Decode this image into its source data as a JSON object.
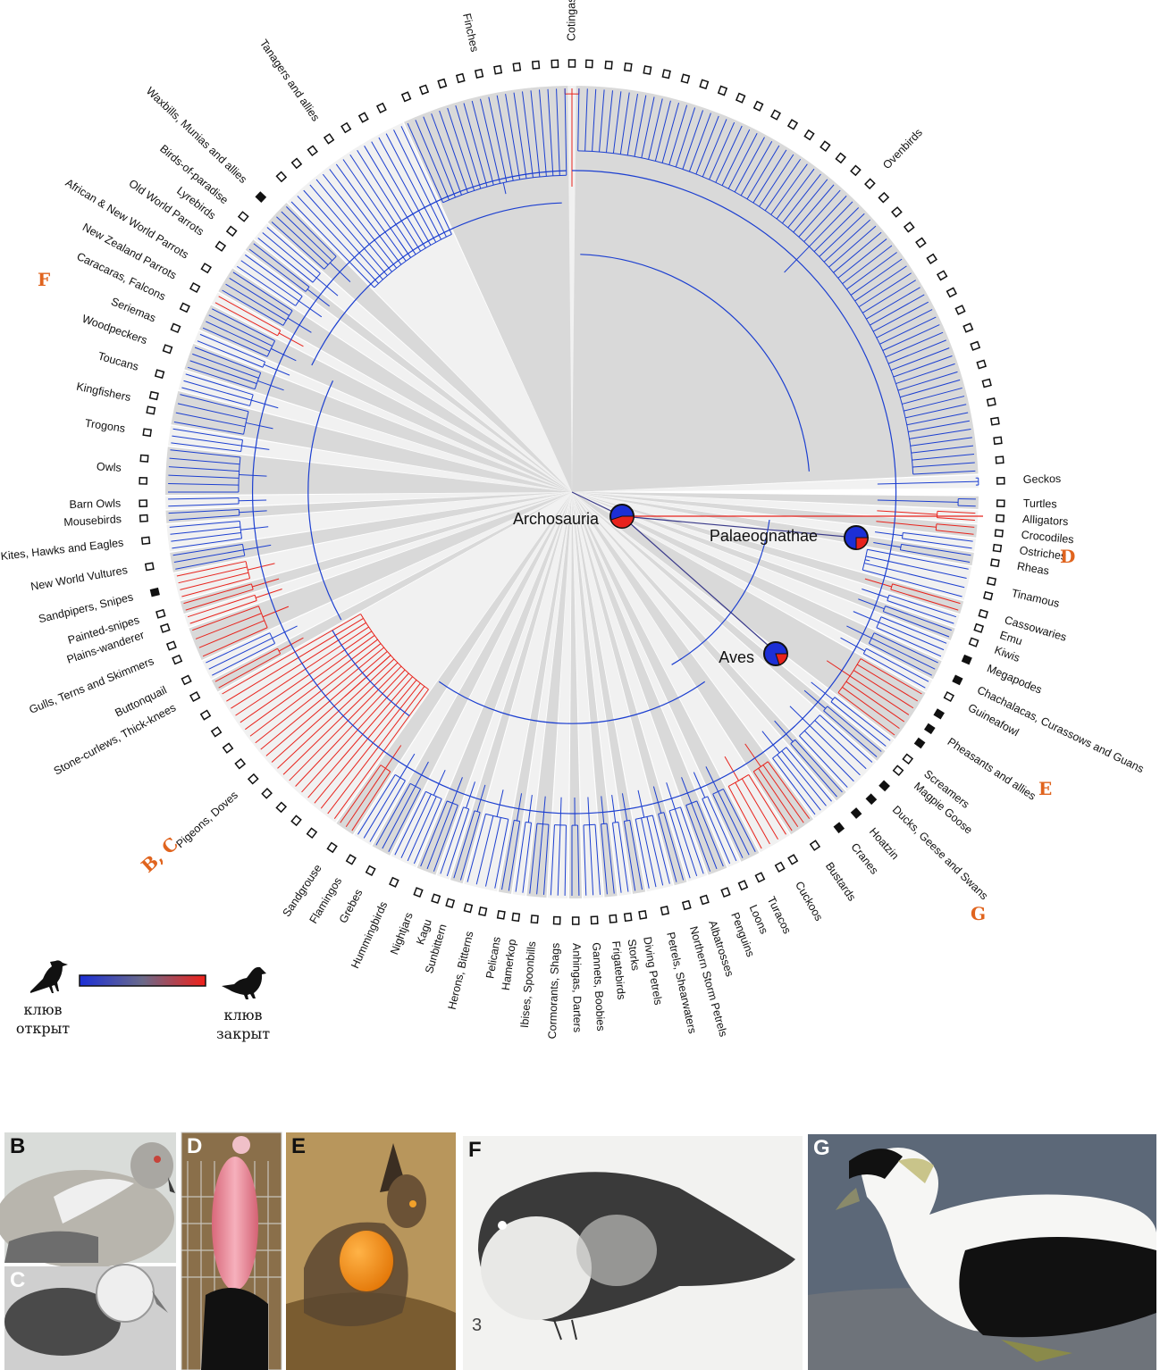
{
  "nodes": {
    "archosauria": "Archosauria",
    "palaeognathae": "Palaeognathae",
    "aves": "Aves"
  },
  "clades": [
    {
      "name": "Cotingas",
      "state": "open"
    },
    {
      "name": "Ovenbirds",
      "state": "open"
    },
    {
      "name": "Geckos",
      "state": "open"
    },
    {
      "name": "Turtles",
      "state": "open"
    },
    {
      "name": "Alligators",
      "state": "open"
    },
    {
      "name": "Crocodiles",
      "state": "open"
    },
    {
      "name": "Ostriches",
      "state": "open"
    },
    {
      "name": "Rheas",
      "state": "open"
    },
    {
      "name": "Tinamous",
      "state": "open"
    },
    {
      "name": "Cassowaries",
      "state": "open"
    },
    {
      "name": "Emu",
      "state": "open"
    },
    {
      "name": "Kiwis",
      "state": "open"
    },
    {
      "name": "Megapodes",
      "state": "closed"
    },
    {
      "name": "Chachalacas, Curassows and Guans",
      "state": "closed"
    },
    {
      "name": "Guineafowl",
      "state": "open"
    },
    {
      "name": "Pheasants and allies",
      "state": "closed"
    },
    {
      "name": "Screamers",
      "state": "open"
    },
    {
      "name": "Magpie Goose",
      "state": "open"
    },
    {
      "name": "Ducks, Geese and Swans",
      "state": "closed"
    },
    {
      "name": "Hoatzin",
      "state": "closed"
    },
    {
      "name": "Cranes",
      "state": "closed"
    },
    {
      "name": "Bustards",
      "state": "open"
    },
    {
      "name": "Cuckoos",
      "state": "open"
    },
    {
      "name": "Turacos",
      "state": "open"
    },
    {
      "name": "Loons",
      "state": "open"
    },
    {
      "name": "Penguins",
      "state": "open"
    },
    {
      "name": "Albatrosses",
      "state": "open"
    },
    {
      "name": "Northern Storm Petrels",
      "state": "open"
    },
    {
      "name": "Petrels, Shearwaters",
      "state": "open"
    },
    {
      "name": "Diving Petrels",
      "state": "open"
    },
    {
      "name": "Storks",
      "state": "open"
    },
    {
      "name": "Frigatebirds",
      "state": "open"
    },
    {
      "name": "Gannets, Boobies",
      "state": "open"
    },
    {
      "name": "Anhingas, Darters",
      "state": "open"
    },
    {
      "name": "Cormorants, Shags",
      "state": "open"
    },
    {
      "name": "Ibises, Spoonbills",
      "state": "open"
    },
    {
      "name": "Hamerkop",
      "state": "open"
    },
    {
      "name": "Pelicans",
      "state": "open"
    },
    {
      "name": "Herons, Bitterns",
      "state": "open"
    },
    {
      "name": "Sunbittern",
      "state": "open"
    },
    {
      "name": "Kagu",
      "state": "open"
    },
    {
      "name": "Nightjars",
      "state": "open"
    },
    {
      "name": "Hummingbirds",
      "state": "open"
    },
    {
      "name": "Grebes",
      "state": "open"
    },
    {
      "name": "Flamingos",
      "state": "open"
    },
    {
      "name": "Sandgrouse",
      "state": "open"
    },
    {
      "name": "Pigeons, Doves",
      "state": "open"
    },
    {
      "name": "Stone-curlews, Thick-knees",
      "state": "open"
    },
    {
      "name": "Buttonquail",
      "state": "open"
    },
    {
      "name": "Gulls, Terns and Skimmers",
      "state": "open"
    },
    {
      "name": "Plains-wanderer",
      "state": "open"
    },
    {
      "name": "Painted-snipes",
      "state": "open"
    },
    {
      "name": "Sandpipers, Snipes",
      "state": "closed"
    },
    {
      "name": "New World Vultures",
      "state": "open"
    },
    {
      "name": "Kites, Hawks and Eagles",
      "state": "open"
    },
    {
      "name": "Mousebirds",
      "state": "open"
    },
    {
      "name": "Barn Owls",
      "state": "open"
    },
    {
      "name": "Owls",
      "state": "open"
    },
    {
      "name": "Trogons",
      "state": "open"
    },
    {
      "name": "Kingfishers",
      "state": "open"
    },
    {
      "name": "Toucans",
      "state": "open"
    },
    {
      "name": "Woodpeckers",
      "state": "open"
    },
    {
      "name": "Seriemas",
      "state": "open"
    },
    {
      "name": "Caracaras, Falcons",
      "state": "open"
    },
    {
      "name": "New Zealand Parrots",
      "state": "open"
    },
    {
      "name": "African & New World Parrots",
      "state": "open"
    },
    {
      "name": "Old World Parrots",
      "state": "open"
    },
    {
      "name": "Lyrebirds",
      "state": "open"
    },
    {
      "name": "Birds-of-paradise",
      "state": "open"
    },
    {
      "name": "Waxbills, Munias and allies",
      "state": "closed"
    },
    {
      "name": "Tanagers and allies",
      "state": "open"
    },
    {
      "name": "Finches",
      "state": "open"
    }
  ],
  "panel_markers": [
    "B, C",
    "D",
    "E",
    "F",
    "G"
  ],
  "legend": {
    "open_caption_1": "клюв",
    "open_caption_2": "открыт",
    "closed_caption_1": "клюв",
    "closed_caption_2": "закрыт",
    "open_color": "#1c3fd0",
    "closed_color": "#e8231c"
  },
  "photos": {
    "b": "B",
    "c": "C",
    "d": "D",
    "e": "E",
    "f": "F",
    "g": "G",
    "f_caption": "3"
  },
  "colors": {
    "branch_open": "#1c3fd0",
    "branch_closed": "#e8231c",
    "marker_orange": "#e0641e",
    "wedge_dark": "#d9d9d9",
    "wedge_light": "#f1f1f1"
  }
}
